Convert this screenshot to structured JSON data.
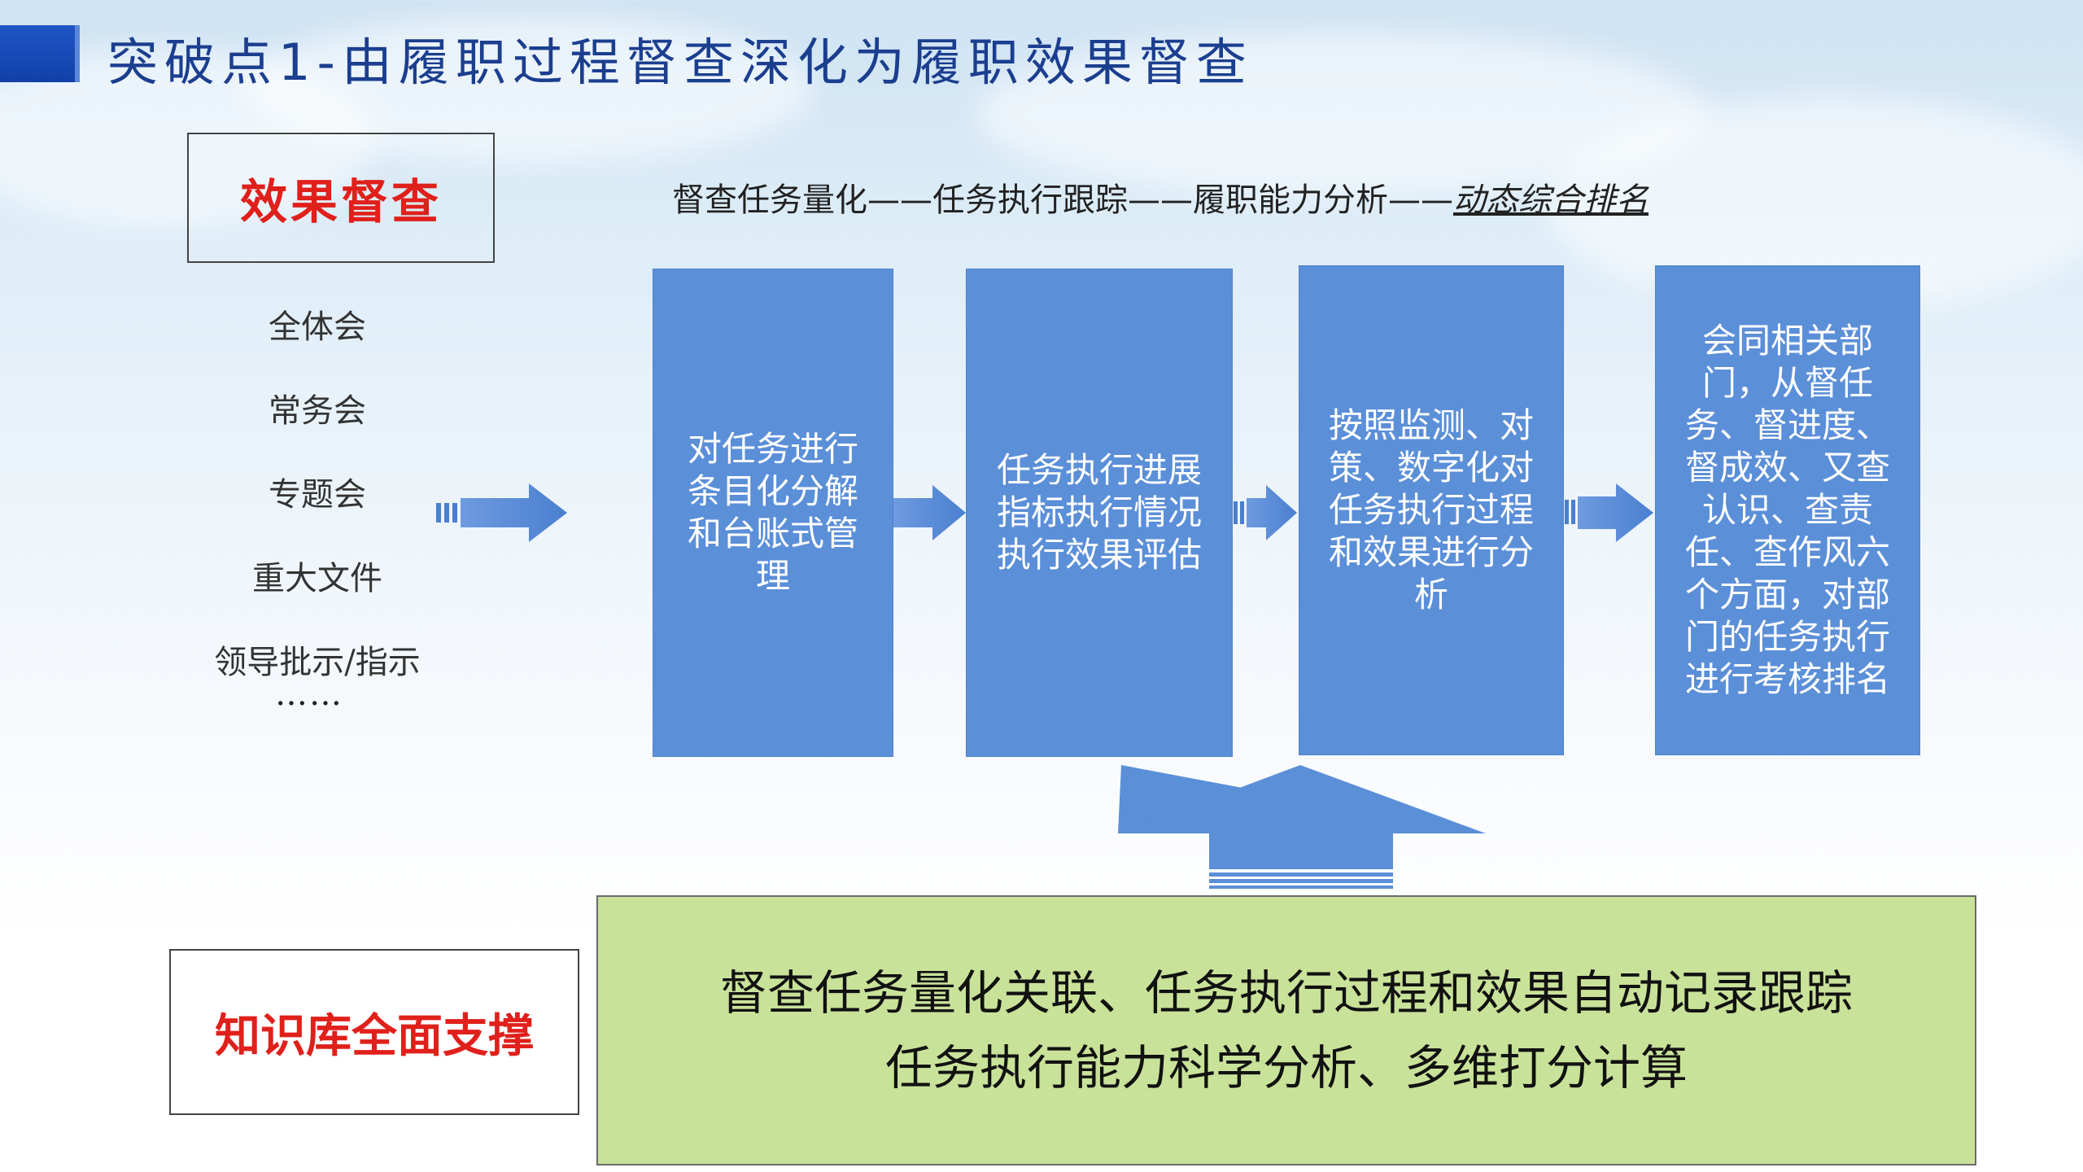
{
  "title": "突破点1-由履职过程督查深化为履职效果督查",
  "effect_label": "效果督查",
  "chain": {
    "prefix": "督查任务量化——任务执行跟踪——履职能力分析——",
    "highlight": "动态综合排名"
  },
  "sources": [
    "全体会",
    "常务会",
    "专题会",
    "重大文件",
    "领导批示/指示"
  ],
  "sources_more": "……",
  "steps": [
    {
      "lines": [
        "对任务进行",
        "条目化分解",
        "和台账式管",
        "理"
      ]
    },
    {
      "lines": [
        "任务执行进展",
        "指标执行情况",
        "执行效果评估"
      ]
    },
    {
      "lines": [
        "按照监测、对",
        "策、数字化对",
        "任务执行过程",
        "和效果进行分",
        "析"
      ]
    },
    {
      "lines": [
        "会同相关部",
        "门，从督任",
        "务、督进度、",
        "督成效、又查",
        "认识、查责",
        "任、查作风六",
        "个方面，对部",
        "门的任务执行",
        "进行考核排名"
      ]
    }
  ],
  "knowledge_label": "知识库全面支撑",
  "support_lines": [
    "督查任务量化关联、任务执行过程和效果自动记录跟踪",
    "任务执行能力科学分析、多维打分计算"
  ],
  "colors": {
    "step": "#5b8fd8",
    "accent_red": "#e0201b",
    "support_bg": "#c9e29a",
    "title": "#1b3e8f"
  }
}
